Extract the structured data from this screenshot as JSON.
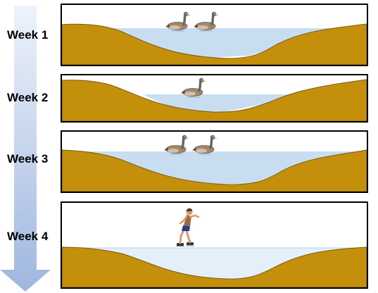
{
  "weeks": [
    {
      "label": "Week 1",
      "state": "water",
      "geese": 2,
      "skater": false
    },
    {
      "label": "Week 2",
      "state": "water",
      "geese": 1,
      "skater": false
    },
    {
      "label": "Week 3",
      "state": "water",
      "geese": 2,
      "skater": false
    },
    {
      "label": "Week 4",
      "state": "ice",
      "geese": 0,
      "skater": true
    }
  ],
  "colors": {
    "ground": "#C4900C",
    "ground_stroke": "#7a5a08",
    "water": "#C8DDF0",
    "ice": "#E4EFF9",
    "arrow_top": "#EEF3FB",
    "arrow_bottom": "#9FB6DF",
    "goose_body": "#A3876C",
    "goose_neck": "#5C6E5C",
    "goose_beak": "#E0A060",
    "skin": "#D89A6A",
    "shirt": "#9E6B3E",
    "shorts": "#2E3A8C"
  }
}
